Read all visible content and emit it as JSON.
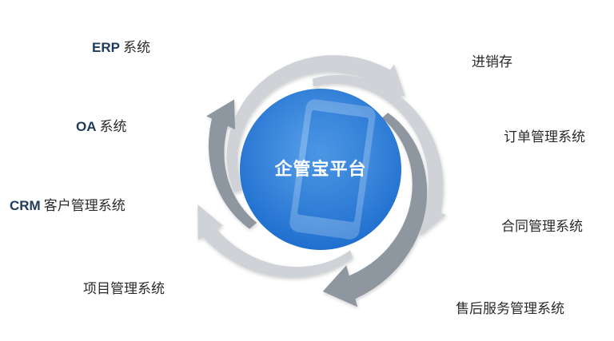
{
  "center": {
    "title": "企管宝平台"
  },
  "modules": [
    {
      "prefix": "ERP",
      "label": "系统"
    },
    {
      "prefix": "OA",
      "label": "系统"
    },
    {
      "prefix": "CRM",
      "label": "客户管理系统"
    },
    {
      "prefix": "",
      "label": "项目管理系统"
    },
    {
      "prefix": "",
      "label": "进销存"
    },
    {
      "prefix": "",
      "label": "订单管理系统"
    },
    {
      "prefix": "",
      "label": "合同管理系统"
    },
    {
      "prefix": "",
      "label": "售后服务管理系统"
    }
  ],
  "colors": {
    "center_fill": "#2f7fd8",
    "arrow_light": "#cfd2d6",
    "arrow_dark": "#8e969f",
    "text": "#2a2a2a",
    "prefix_text": "#1f3b5c"
  }
}
